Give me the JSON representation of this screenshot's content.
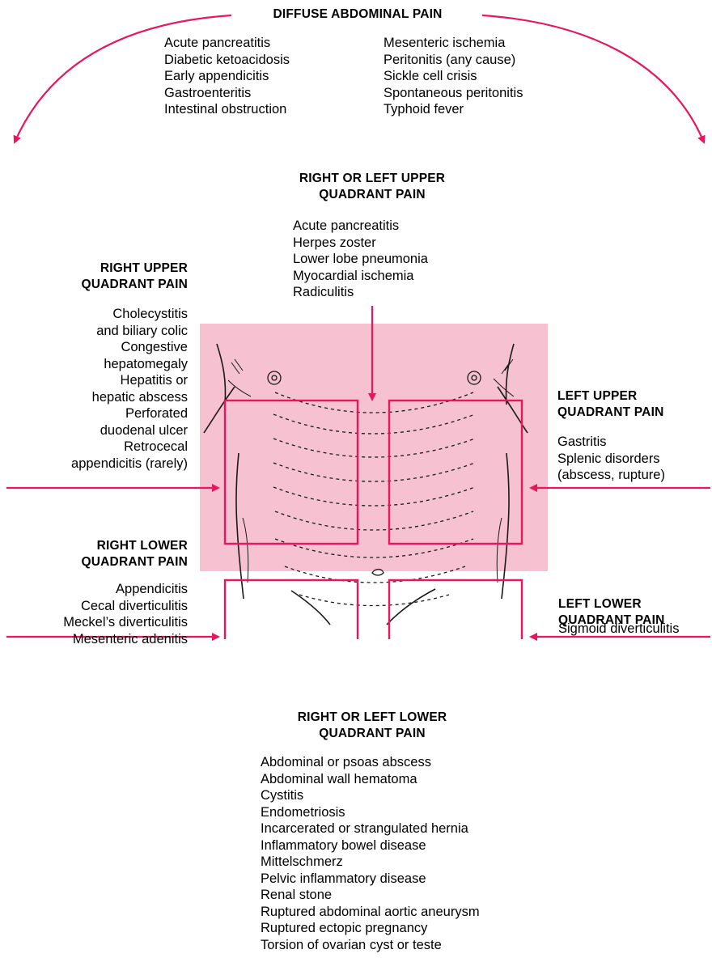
{
  "colors": {
    "accent": "#e8175d",
    "region_fill": "#f6c1d1",
    "outline": "#1a1a1a"
  },
  "diffuse": {
    "title": "DIFFUSE ABDOMINAL PAIN",
    "items_left": [
      "Acute pancreatitis",
      "Diabetic ketoacidosis",
      "Early appendicitis",
      "Gastroenteritis",
      "Intestinal obstruction"
    ],
    "items_right": [
      "Mesenteric ischemia",
      "Peritonitis (any cause)",
      "Sickle cell crisis",
      "Spontaneous peritonitis",
      "Typhoid fever"
    ]
  },
  "either_upper": {
    "title": [
      "RIGHT OR LEFT UPPER",
      "QUADRANT PAIN"
    ],
    "items": [
      "Acute pancreatitis",
      "Herpes zoster",
      "Lower lobe pneumonia",
      "Myocardial ischemia",
      "Radiculitis"
    ]
  },
  "right_upper": {
    "title": [
      "RIGHT UPPER",
      "QUADRANT PAIN"
    ],
    "items": [
      "Cholecystitis",
      "and biliary colic",
      "Congestive",
      "hepatomegaly",
      "Hepatitis or",
      "hepatic abscess",
      "Perforated",
      "duodenal ulcer",
      "Retrocecal",
      "appendicitis (rarely)"
    ]
  },
  "left_upper": {
    "title": [
      "LEFT UPPER",
      "QUADRANT PAIN"
    ],
    "items": [
      "Gastritis",
      "Splenic disorders",
      "(abscess, rupture)"
    ]
  },
  "right_lower": {
    "title": [
      "RIGHT LOWER",
      "QUADRANT PAIN"
    ],
    "items": [
      "Appendicitis",
      "Cecal diverticulitis",
      "Meckel’s diverticulitis",
      "Mesenteric adenitis"
    ]
  },
  "left_lower": {
    "title": [
      "LEFT LOWER",
      "QUADRANT PAIN"
    ],
    "items": [
      "Sigmoid diverticulitis"
    ]
  },
  "either_lower": {
    "title": [
      "RIGHT OR LEFT LOWER",
      "QUADRANT PAIN"
    ],
    "items": [
      "Abdominal or psoas abscess",
      "Abdominal wall hematoma",
      "Cystitis",
      "Endometriosis",
      "Incarcerated or strangulated hernia",
      "Inflammatory bowel disease",
      "Mittelschmerz",
      "Pelvic inflammatory disease",
      "Renal stone",
      "Ruptured abdominal aortic aneurysm",
      "Ruptured ectopic pregnancy",
      "Torsion of ovarian cyst or teste"
    ]
  }
}
